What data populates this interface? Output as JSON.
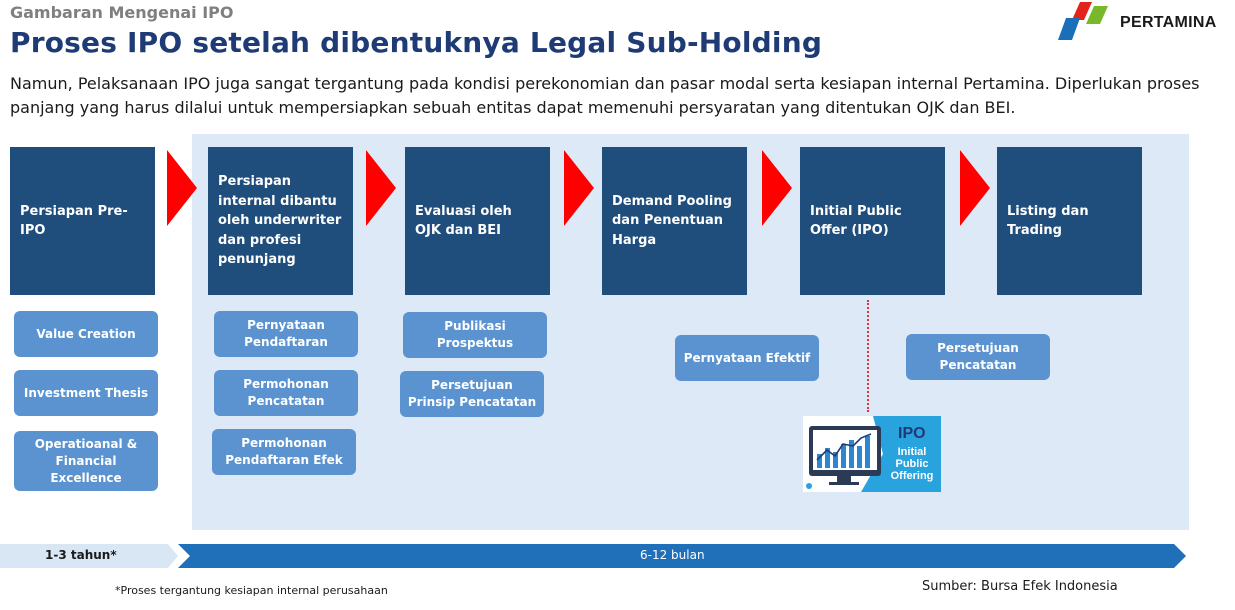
{
  "header": {
    "kicker": "Gambaran Mengenai IPO",
    "title": "Proses IPO setelah dibentuknya Legal Sub-Holding",
    "description": "Namun, Pelaksanaan IPO juga sangat tergantung pada kondisi perekonomian dan pasar modal serta kesiapan internal Pertamina. Diperlukan proses panjang yang harus dilalui untuk mempersiapkan sebuah entitas dapat memenuhi persyaratan yang ditentukan OJK dan BEI.",
    "logo_text": "PERTAMINA"
  },
  "steps": [
    "Persiapan Pre-IPO",
    "Persiapan internal dibantu oleh underwriter dan profesi penunjang",
    "Evaluasi oleh OJK dan BEI",
    "Demand Pooling dan Penentuan Harga",
    "Initial Public Offer (IPO)",
    "Listing dan Trading"
  ],
  "substeps": {
    "pre_ipo": [
      "Value Creation",
      "Investment Thesis",
      "Operatioanal & Financial Excellence"
    ],
    "internal": [
      "Pernyataan Pendaftaran",
      "Permohonan Pencatatan",
      "Permohonan Pendaftaran Efek"
    ],
    "evaluasi": [
      "Publikasi Prospektus",
      "Persetujuan Prinsip Pencatatan"
    ],
    "demand": [
      "Pernyataan Efektif"
    ],
    "listing": [
      "Persetujuan Pencatatan"
    ]
  },
  "ipo_image": {
    "title": "IPO",
    "subtitle": "Initial Public Offering"
  },
  "timeline": {
    "phase1": "1-3 tahun*",
    "phase2": "6-12 bulan"
  },
  "footnote": "*Proses tergantung kesiapan internal perusahaan",
  "source": "Sumber: Bursa Efek Indonesia",
  "colors": {
    "title": "#1f3b76",
    "step_box": "#1f4e7c",
    "sub_box": "#5a93d0",
    "arrow": "#ff0000",
    "panel": "#dde9f6",
    "timeline": "#1f6fb9"
  }
}
